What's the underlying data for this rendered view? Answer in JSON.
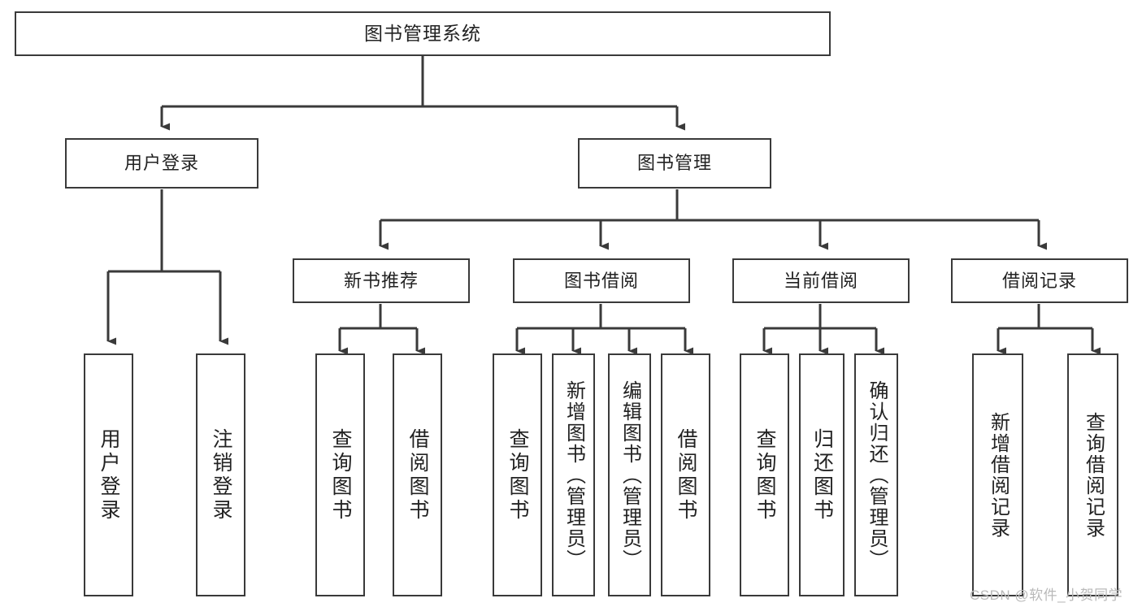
{
  "diagram": {
    "title": "图书管理系统",
    "type": "tree",
    "watermark": "CSDN @软件_小贺同学",
    "colors": {
      "box_border": "#3a3a3a",
      "box_fill": "#ffffff",
      "connector": "#3a3a3a",
      "text": "#222222",
      "watermark": "#b9b9b9"
    },
    "nodes": {
      "root": {
        "label": "图书管理系统",
        "level": 0
      },
      "level1": [
        {
          "id": "user-login",
          "label": "用户登录"
        },
        {
          "id": "book-manage",
          "label": "图书管理"
        }
      ],
      "level2": [
        {
          "id": "new-book-recommend",
          "label": "新书推荐",
          "parent": "book-manage"
        },
        {
          "id": "book-borrow",
          "label": "图书借阅",
          "parent": "book-manage"
        },
        {
          "id": "current-borrow",
          "label": "当前借阅",
          "parent": "book-manage"
        },
        {
          "id": "borrow-record",
          "label": "借阅记录",
          "parent": "book-manage"
        }
      ],
      "leaves": [
        {
          "id": "leaf-user-login",
          "label": "用户登录",
          "parent": "user-login"
        },
        {
          "id": "leaf-user-logout",
          "label": "注销登录",
          "parent": "user-login"
        },
        {
          "id": "leaf-query-book-1",
          "label": "查询图书",
          "parent": "new-book-recommend"
        },
        {
          "id": "leaf-borrow-book-1",
          "label": "借阅图书",
          "parent": "new-book-recommend"
        },
        {
          "id": "leaf-query-book-2",
          "label": "查询图书",
          "parent": "book-borrow"
        },
        {
          "id": "leaf-add-book",
          "label": "新增图书（管理员）",
          "parent": "book-borrow"
        },
        {
          "id": "leaf-edit-book",
          "label": "编辑图书（管理员）",
          "parent": "book-borrow"
        },
        {
          "id": "leaf-borrow-book-2",
          "label": "借阅图书",
          "parent": "book-borrow"
        },
        {
          "id": "leaf-query-book-3",
          "label": "查询图书",
          "parent": "current-borrow"
        },
        {
          "id": "leaf-return-book",
          "label": "归还图书",
          "parent": "current-borrow"
        },
        {
          "id": "leaf-confirm-return",
          "label": "确认归还（管理员）",
          "parent": "current-borrow"
        },
        {
          "id": "leaf-add-record",
          "label": "新增借阅记录",
          "parent": "borrow-record"
        },
        {
          "id": "leaf-query-record",
          "label": "查询借阅记录",
          "parent": "borrow-record"
        }
      ]
    }
  }
}
